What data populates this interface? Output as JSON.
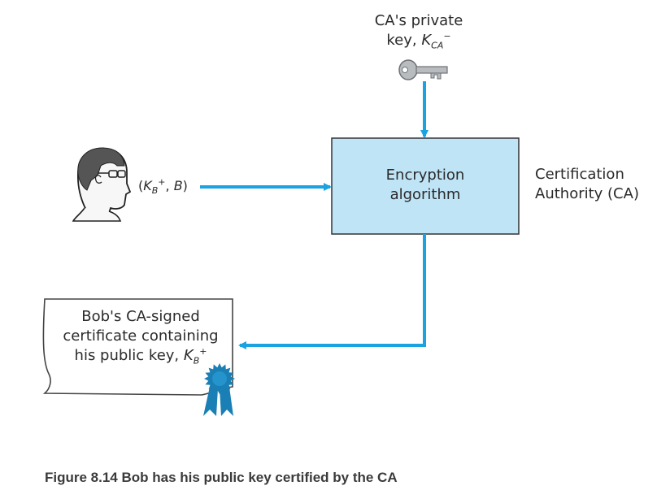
{
  "ca_private_key": {
    "line1": "CA's private",
    "prefix": "key, ",
    "symbol": "K",
    "subscript": "CA",
    "superscript": "−"
  },
  "encryption": {
    "line1": "Encryption",
    "line2": "algorithm",
    "fill": "#bfe4f6"
  },
  "certification_authority": {
    "line1": "Certification",
    "line2": "Authority (CA)"
  },
  "bob_input": {
    "open": "(",
    "symbol": "K",
    "subscript": "B",
    "superscript": "+",
    "rest": ", ",
    "name": "B",
    "close": ")"
  },
  "certificate": {
    "line1": "Bob's CA-signed",
    "line2": "certificate containing",
    "line3_prefix": "his public key, ",
    "symbol": "K",
    "subscript": "B",
    "superscript": "+"
  },
  "caption": "Figure 8.14 Bob has his public key certified by the CA",
  "colors": {
    "arrow": "#1aa3e0",
    "ribbon": "#1a7fb5",
    "box_border": "#333333"
  },
  "icons": [
    "bob-person-icon",
    "key-icon",
    "certificate-icon",
    "ribbon-seal-icon"
  ]
}
